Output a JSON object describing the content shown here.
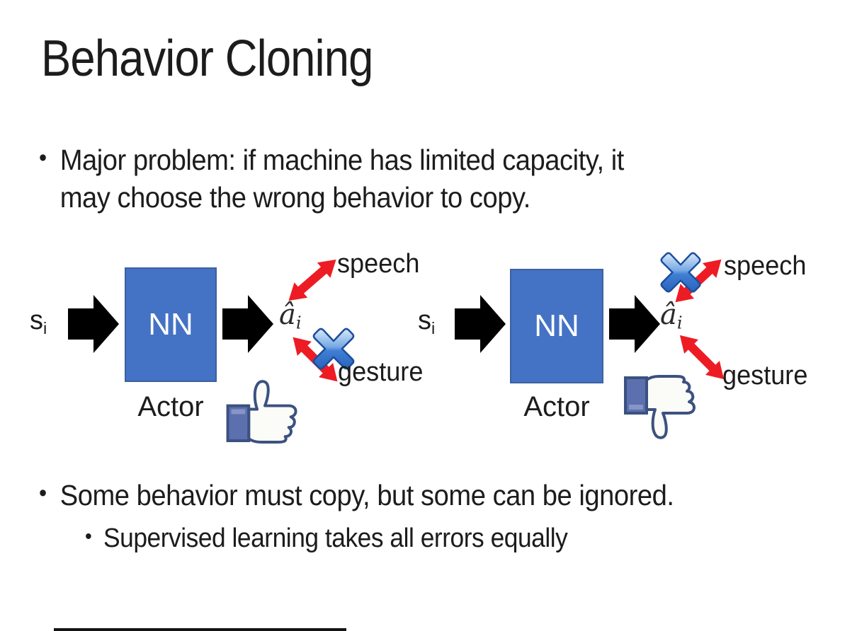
{
  "title": "Behavior Cloning",
  "bullets": {
    "bullet_char": "•",
    "b1_line1": "Major problem: if machine has limited capacity, it",
    "b1_line2": "may choose the wrong behavior to copy.",
    "b2": "Some behavior must copy, but some can be ignored.",
    "b2_sub": "Supervised learning takes all errors equally"
  },
  "diagram": {
    "input_label": "s",
    "input_subscript": "i",
    "nn_label": "NN",
    "actor_label": "Actor",
    "output_label": "â",
    "output_subscript": "i",
    "speech_label": "speech",
    "gesture_label": "gesture"
  },
  "colors": {
    "text": "#1c1c1c",
    "nn_box_fill": "#4472C4",
    "nn_box_border": "#3c619f",
    "arrow_black": "#000000",
    "arrow_red": "#ED1C24",
    "cross_blue_dark": "#1d4e9c",
    "thumb_outline": "#3b5180",
    "thumb_cuff": "#5c6fae"
  }
}
